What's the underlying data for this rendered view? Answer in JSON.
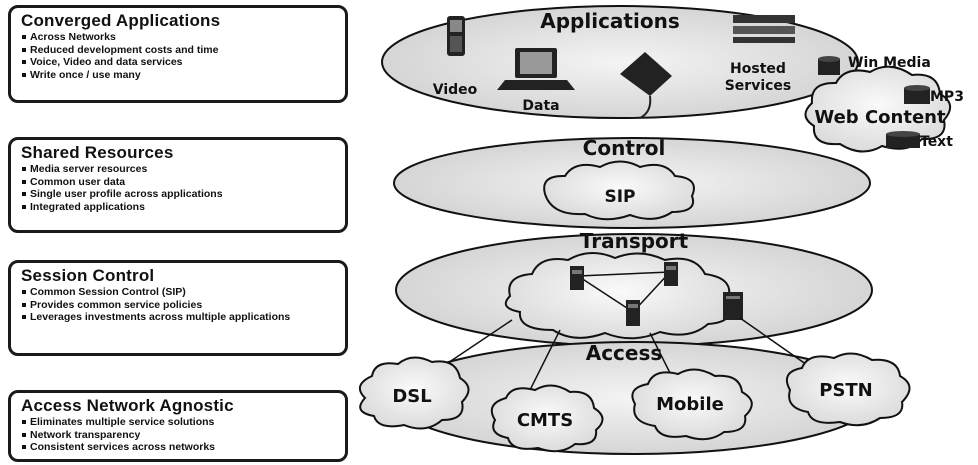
{
  "panels": [
    {
      "title": "Converged Applications",
      "items": [
        "Across Networks",
        "Reduced development costs and time",
        "Voice, Video and data services",
        "Write once / use many"
      ]
    },
    {
      "title": "Shared Resources",
      "items": [
        "Media server resources",
        "Common user data",
        "Single user profile across applications",
        "Integrated applications"
      ]
    },
    {
      "title": "Session Control",
      "items": [
        "Common Session Control (SIP)",
        "Provides common service policies",
        "Leverages investments across multiple applications"
      ]
    },
    {
      "title": "Access Network Agnostic",
      "items": [
        "Eliminates multiple service solutions",
        "Network transparency",
        "Consistent services across networks"
      ]
    }
  ],
  "layers": {
    "applications": "Applications",
    "control": "Control",
    "transport": "Transport",
    "access": "Access"
  },
  "apps": {
    "video": "Video",
    "data": "Data",
    "hosted_services": [
      "Hosted",
      "Services"
    ]
  },
  "web_content": {
    "title": "Web Content",
    "win_media": "Win Media",
    "mp3": "MP3",
    "text": "Text"
  },
  "control_cloud": "SIP",
  "access_clouds": [
    "DSL",
    "CMTS",
    "Mobile",
    "PSTN"
  ]
}
